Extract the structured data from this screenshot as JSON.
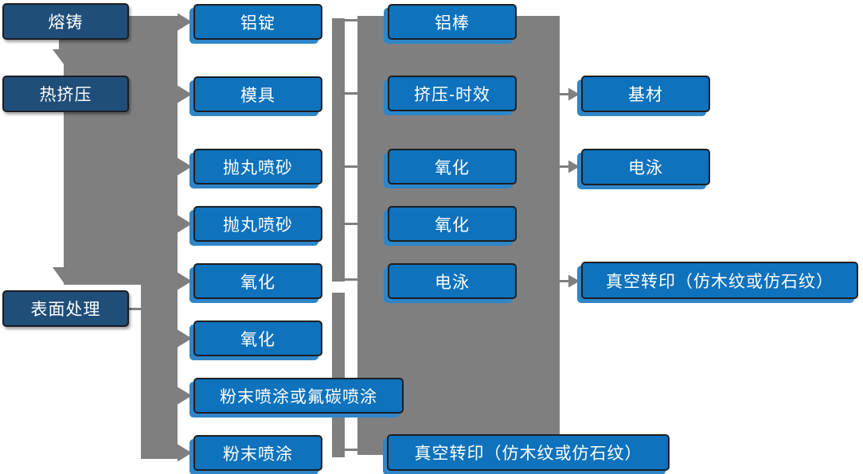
{
  "diagram": {
    "description": "Aluminum profile production process flowchart",
    "colors": {
      "stage_node_fill": "#1f4e79",
      "step_node_fill": "#0e72bd",
      "node_border": "#1c1e22",
      "node_text": "#ffffff",
      "node_shadow": "#2e86c8",
      "connector_gray": "#7f7f7f",
      "background": "#ffffff"
    },
    "flow": {
      "stages": [
        "熔铸",
        "热挤压",
        "表面处理"
      ],
      "col2": [
        "铝锭",
        "模具",
        "抛丸喷砂",
        "抛丸喷砂",
        "氧化",
        "氧化",
        "粉末喷涂或氟碳喷涂",
        "粉末喷涂"
      ],
      "col3": [
        "铝棒",
        "挤压-时效",
        "氧化",
        "氧化",
        "电泳",
        "真空转印（仿木纹或仿石纹）"
      ],
      "col4": [
        "基材",
        "电泳",
        "真空转印（仿木纹或仿石纹）"
      ]
    }
  }
}
